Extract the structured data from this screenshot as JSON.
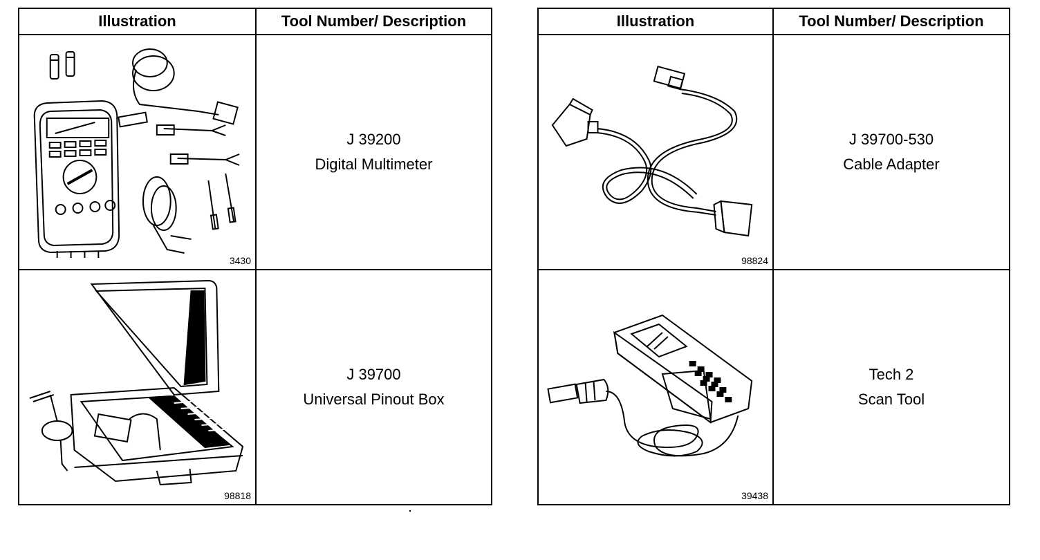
{
  "headers": {
    "illustration": "Illustration",
    "tool": "Tool Number/ Description"
  },
  "left_table": {
    "rows": [
      {
        "figure_number": "3430",
        "tool_number": "J 39200",
        "description": "Digital Multimeter",
        "illustration_icon": "digital-multimeter-icon"
      },
      {
        "figure_number": "98818",
        "tool_number": "J 39700",
        "description": "Universal Pinout Box",
        "illustration_icon": "pinout-box-icon"
      }
    ]
  },
  "right_table": {
    "rows": [
      {
        "figure_number": "98824",
        "tool_number": "J 39700-530",
        "description": "Cable Adapter",
        "illustration_icon": "cable-adapter-icon"
      },
      {
        "figure_number": "39438",
        "tool_number": "Tech 2",
        "description": "Scan Tool",
        "illustration_icon": "scan-tool-icon"
      }
    ]
  }
}
